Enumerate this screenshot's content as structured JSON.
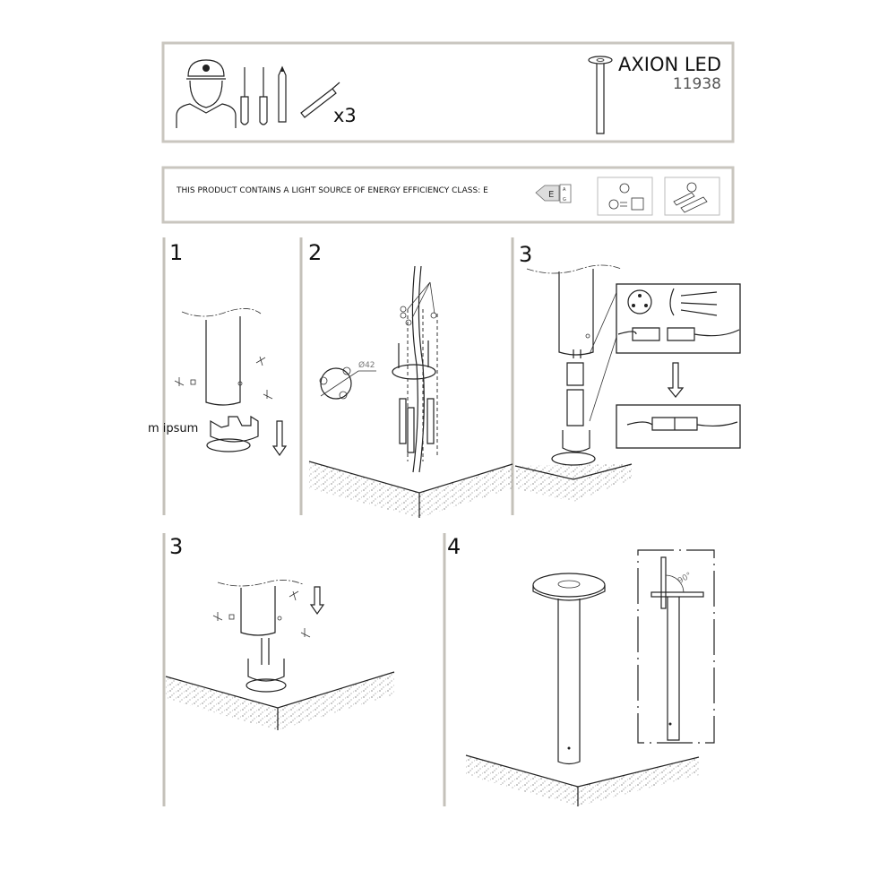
{
  "header": {
    "product_name": "AXION LED",
    "product_code": "11938",
    "quantity_label": "x3",
    "icons": [
      "installer-icon",
      "phillips-screwdriver-icon",
      "flat-screwdriver-icon",
      "pencil-icon",
      "wall-plug-icon",
      "product-lamp-icon"
    ]
  },
  "energy": {
    "statement": "THIS PRODUCT CONTAINS A LIGHT SOURCE OF ENERGY EFFICIENCY CLASS: E",
    "class_letter": "E",
    "scale_top": "A",
    "scale_bottom": "G",
    "icons": [
      "energy-label-icon",
      "replaceable-led-icon",
      "replaceable-driver-icon"
    ]
  },
  "steps": [
    {
      "number": "1",
      "note": "m ipsum"
    },
    {
      "number": "2",
      "dimension": "Ø42"
    },
    {
      "number": "3"
    },
    {
      "number": "3"
    },
    {
      "number": "4",
      "angle": "90°"
    }
  ]
}
